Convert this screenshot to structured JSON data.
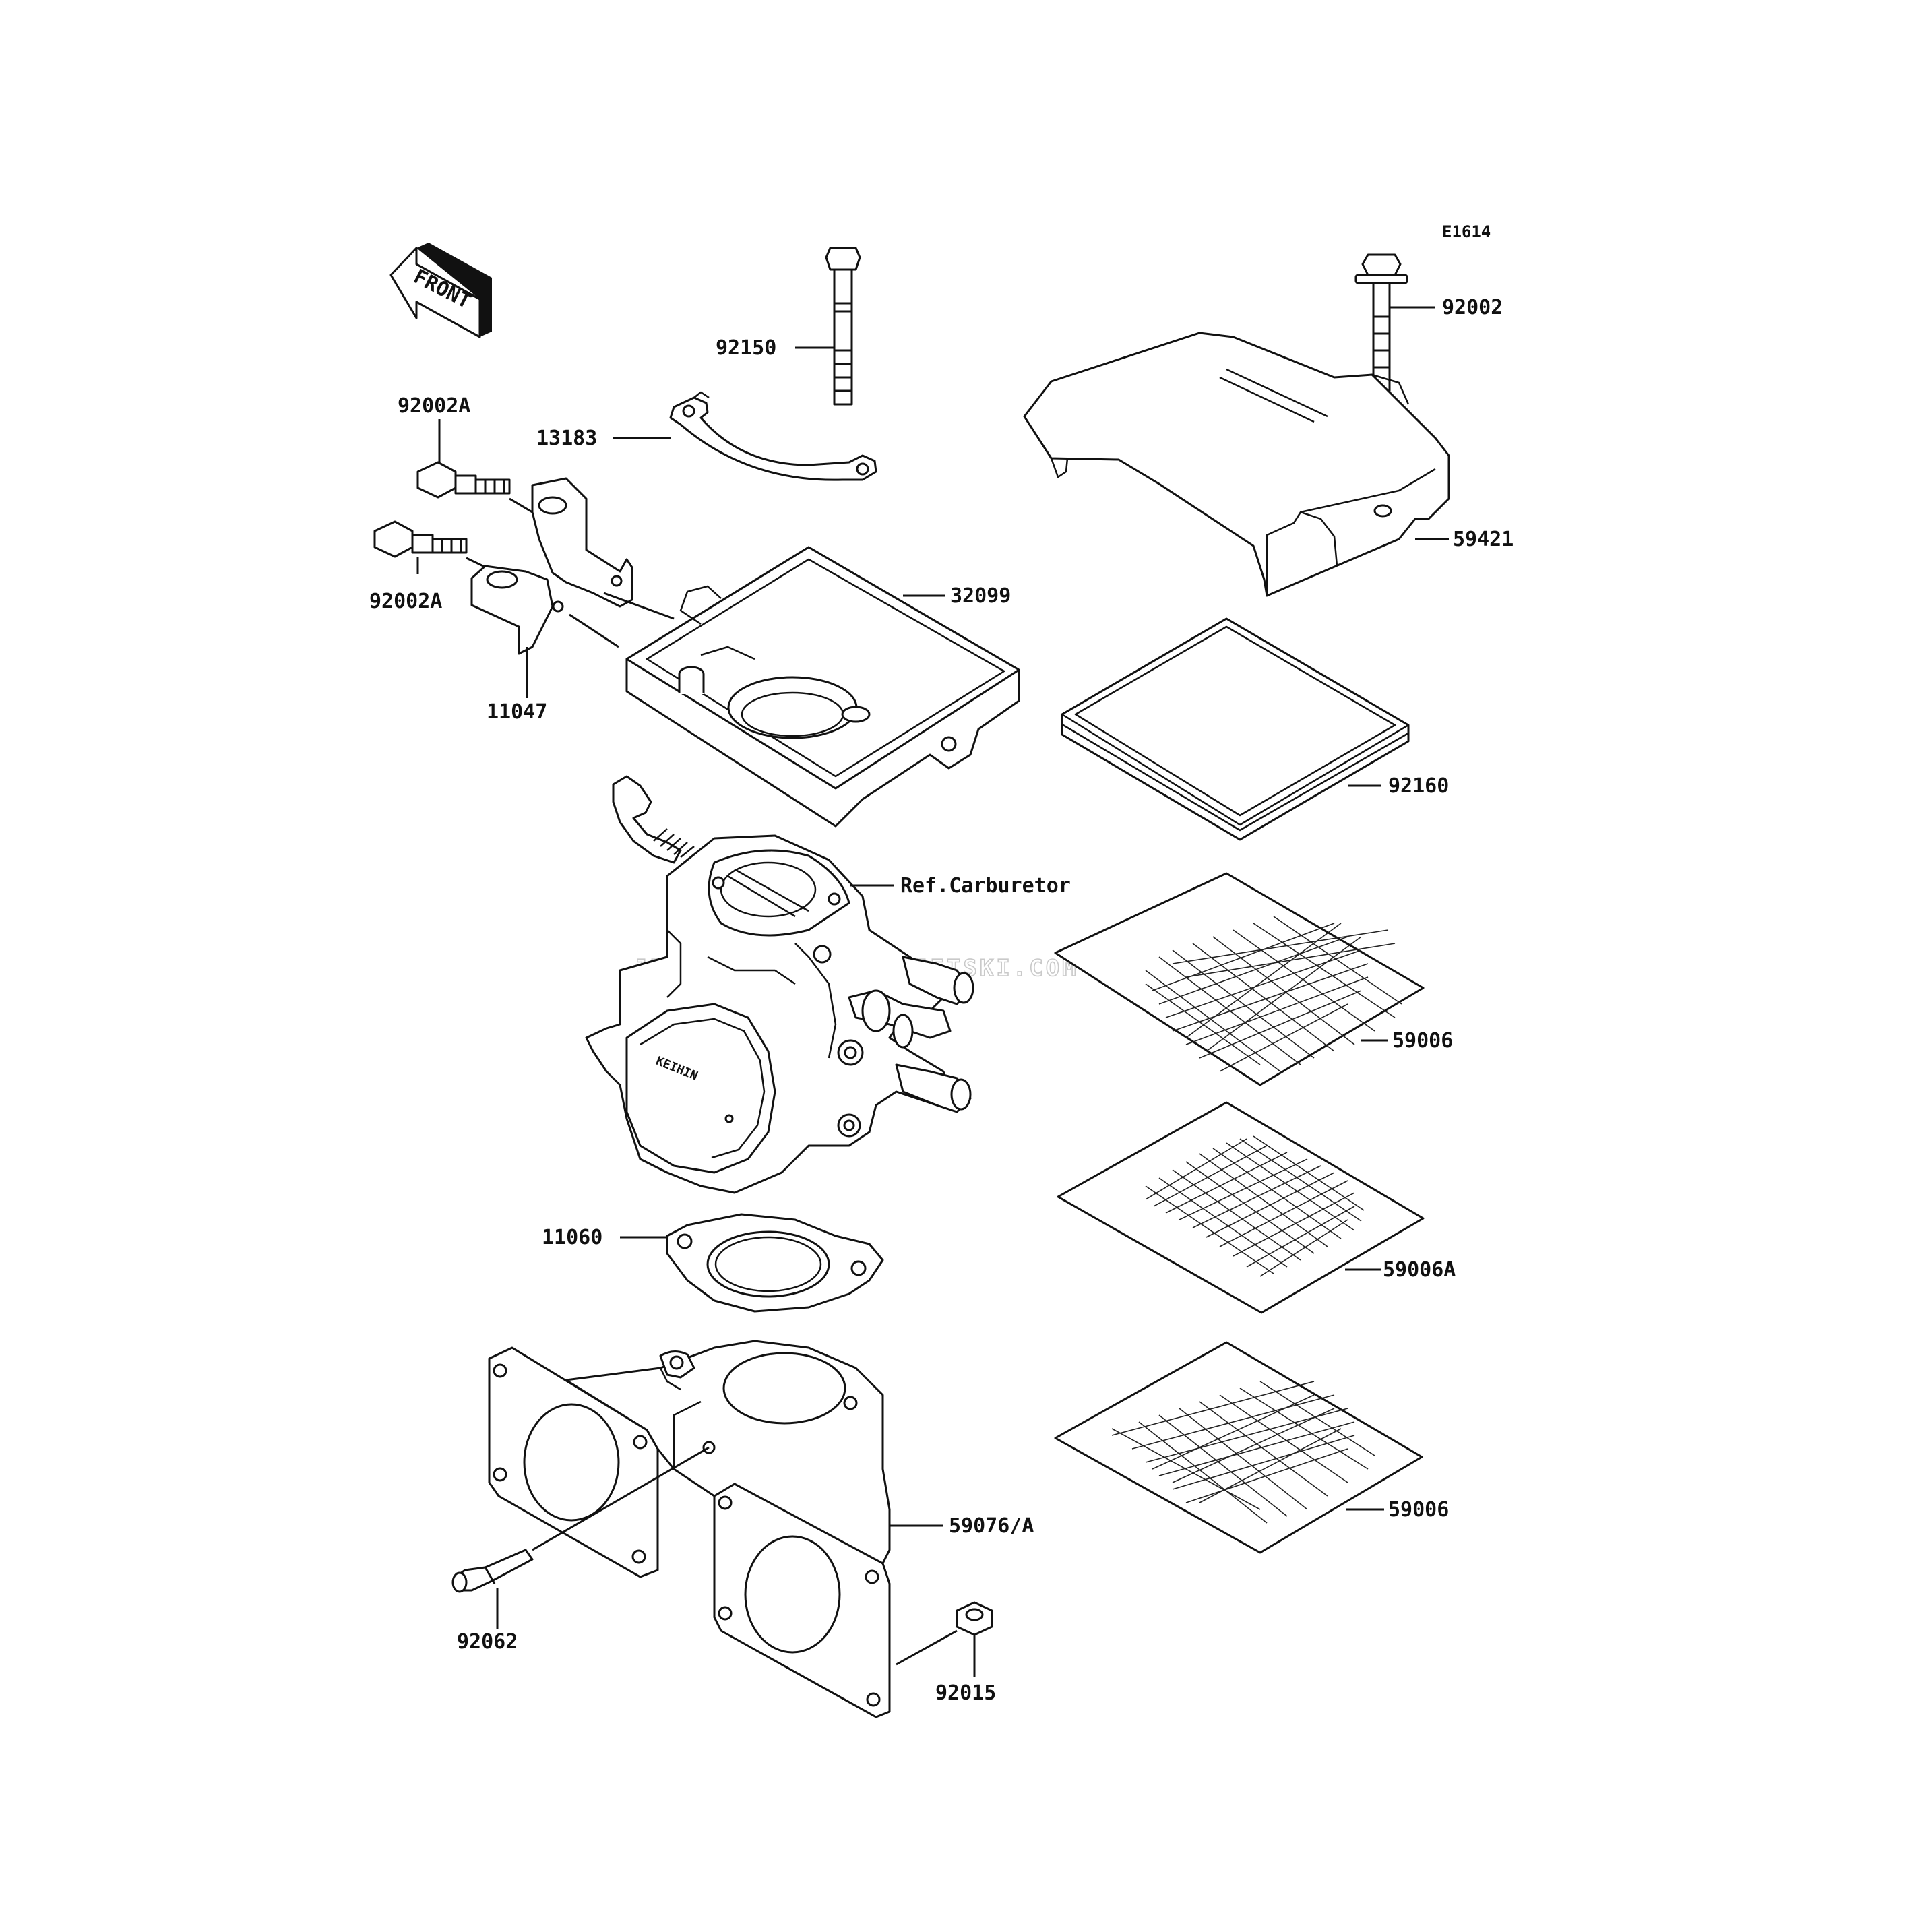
{
  "diagram": {
    "code": "E1614",
    "front_label": "FRONT",
    "watermark": "JETSKI.COM  PROMO-JETSKI.COM  PROMO-JETSKI.COM",
    "parts": [
      {
        "id": "92150",
        "label": "92150"
      },
      {
        "id": "92002",
        "label": "92002"
      },
      {
        "id": "92002A_top",
        "label": "92002A"
      },
      {
        "id": "13183",
        "label": "13183"
      },
      {
        "id": "59421",
        "label": "59421"
      },
      {
        "id": "92002A_bottom",
        "label": "92002A"
      },
      {
        "id": "32099",
        "label": "32099"
      },
      {
        "id": "11047",
        "label": "11047"
      },
      {
        "id": "92160",
        "label": "92160"
      },
      {
        "id": "ref_carburetor",
        "label": "Ref.Carburetor"
      },
      {
        "id": "59006_top",
        "label": "59006"
      },
      {
        "id": "11060",
        "label": "11060"
      },
      {
        "id": "59006A",
        "label": "59006A"
      },
      {
        "id": "59076",
        "label": "59076/A"
      },
      {
        "id": "59006_bottom",
        "label": "59006"
      },
      {
        "id": "92062",
        "label": "92062"
      },
      {
        "id": "92015",
        "label": "92015"
      }
    ]
  }
}
